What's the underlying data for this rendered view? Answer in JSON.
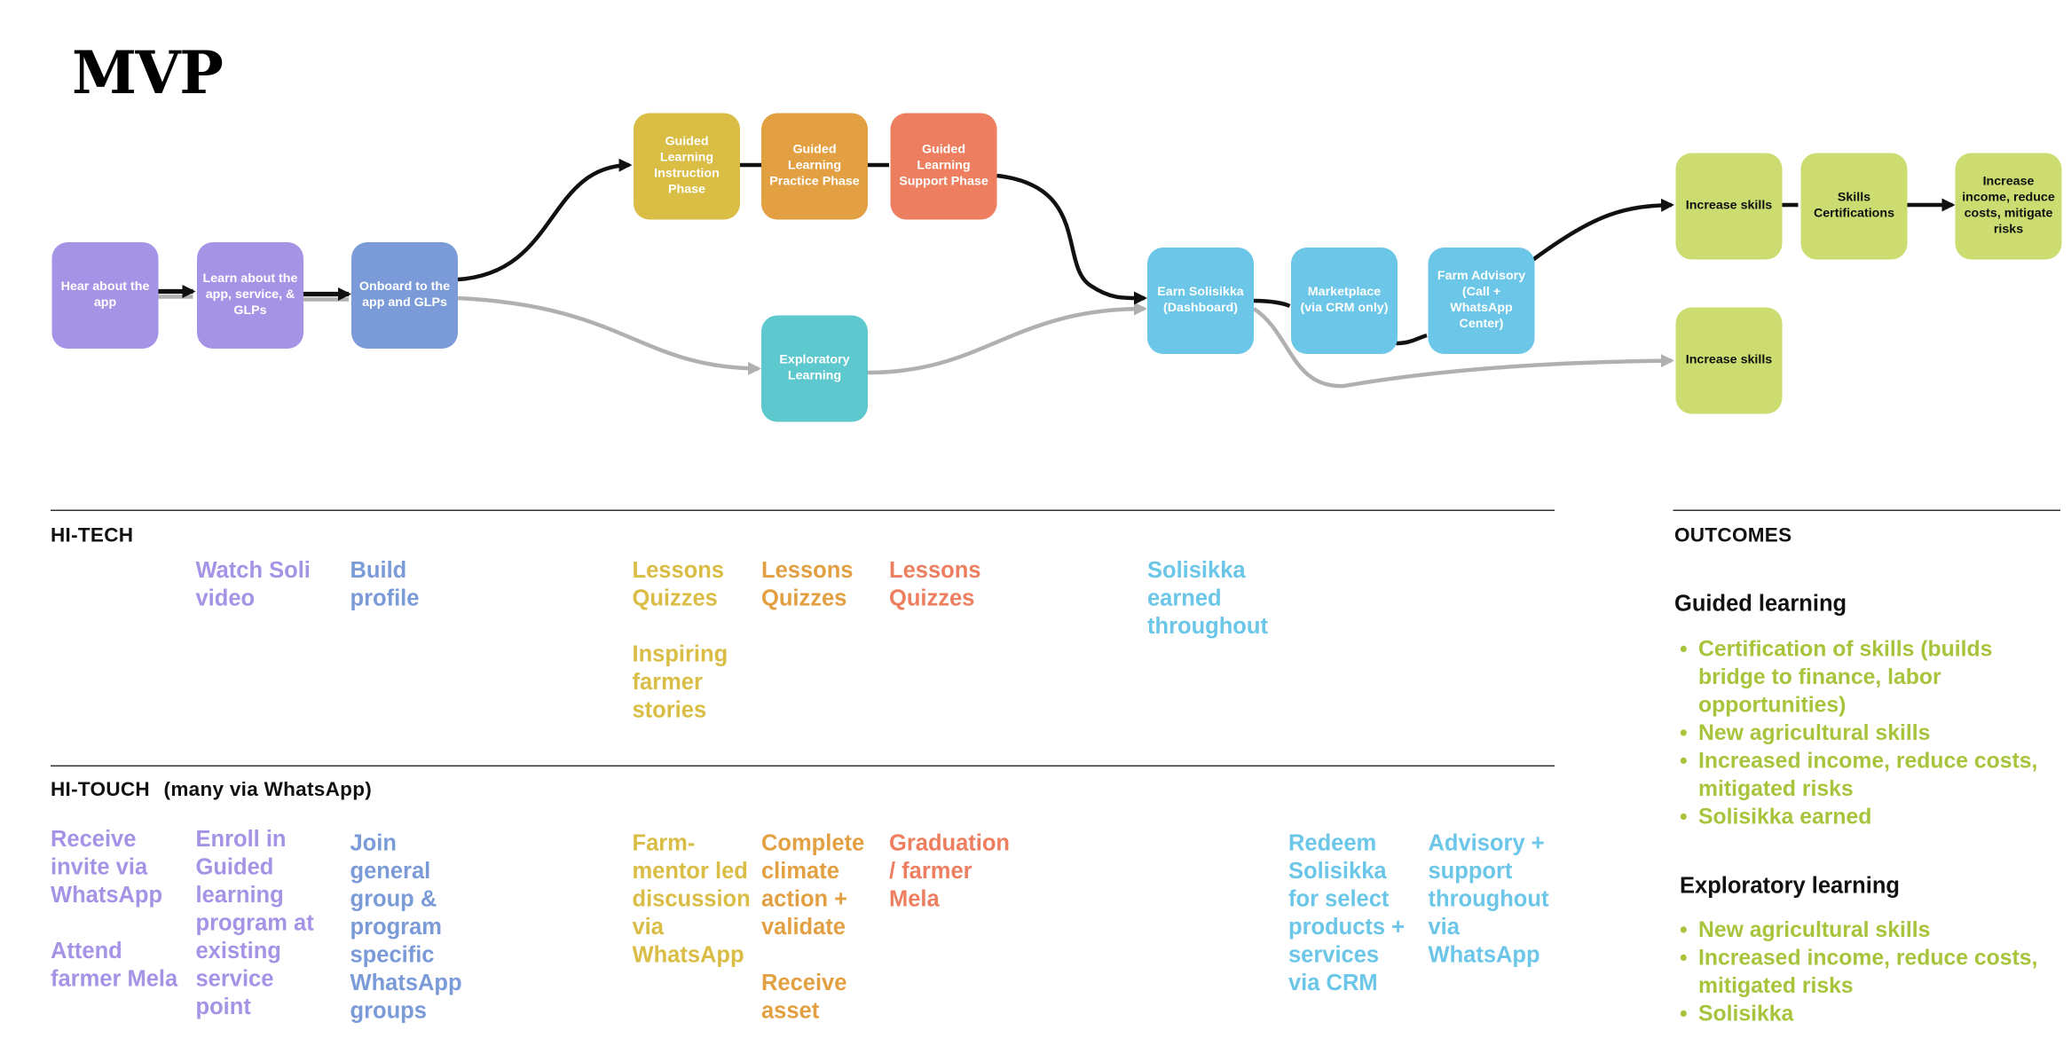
{
  "title": "MVP",
  "colors": {
    "purple": "#a593e6",
    "blue": "#7a9bd8",
    "yellow": "#d9bd45",
    "orange": "#e2a043",
    "coral": "#ed7f60",
    "teal": "#5ec8cf",
    "sky": "#6bc6e8",
    "lime": "#cddc70",
    "outcome_text": "#a8c43c"
  },
  "flow": {
    "hear": "Hear about the app",
    "learn": "Learn about the app, service, & GLPs",
    "onboard": "Onboard to the app and GLPs",
    "gl_instruction": "Guided Learning Instruction Phase",
    "gl_practice": "Guided Learning Practice Phase",
    "gl_support": "Guided Learning Support Phase",
    "exploratory": "Exploratory Learning",
    "earn": "Earn Solisikka (Dashboard)",
    "marketplace": "Marketplace (via CRM only)",
    "advisory": "Farm Advisory (Call + WhatsApp Center)",
    "increase_skills_1": "Increase skills",
    "skills_cert": "Skills Certifications",
    "increase_income": "Increase income, reduce costs, mitigate risks",
    "increase_skills_2": "Increase skills"
  },
  "hitech": {
    "heading": "HI-TECH",
    "watch": "Watch Soli video",
    "build": "Build profile",
    "instr_lessons": "Lessons Quizzes",
    "instr_stories": "Inspiring farmer stories",
    "practice_lessons": "Lessons Quizzes",
    "support_lessons": "Lessons Quizzes",
    "solisikka": "Solisikka earned throughout"
  },
  "hitouch": {
    "heading": "HI-TOUCH",
    "sub": "(many via WhatsApp)",
    "receive": "Receive invite via WhatsApp",
    "attend": "Attend farmer Mela",
    "enroll": "Enroll in Guided learning program at existing service point",
    "join": "Join general group & program specific WhatsApp groups",
    "farm_mentor": "Farm-mentor led discussion via WhatsApp",
    "complete": "Complete climate action + validate",
    "receive_asset": "Receive asset",
    "graduation": "Graduation / farmer Mela",
    "redeem": "Redeem Solisikka for select products + services via CRM",
    "advisory_support": "Advisory + support throughout via WhatsApp"
  },
  "outcomes": {
    "heading": "OUTCOMES",
    "guided_heading": "Guided learning",
    "guided_items": [
      "Certification of skills (builds bridge to finance, labor opportunities)",
      "New agricultural skills",
      "Increased income, reduce costs, mitigated risks",
      "Solisikka earned"
    ],
    "exploratory_heading": "Exploratory learning",
    "exploratory_items": [
      "New agricultural skills",
      "Increased income, reduce costs, mitigated risks",
      "Solisikka"
    ]
  }
}
